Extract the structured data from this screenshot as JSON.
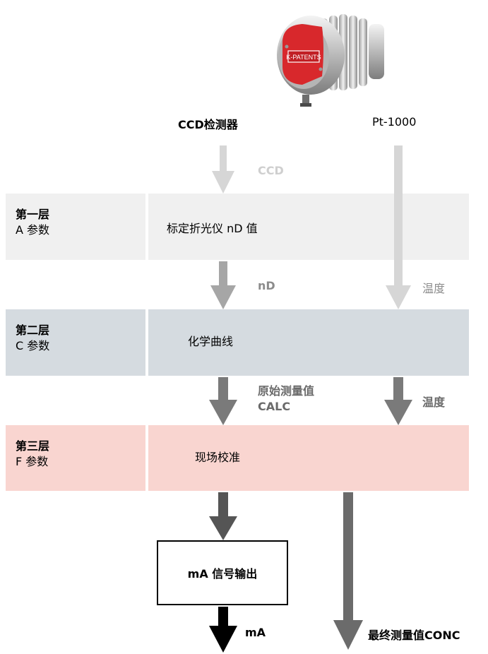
{
  "top": {
    "sensor_label": "CCD检测器",
    "pt_label": "Pt-1000",
    "sensor_brand": "K-PATENTS"
  },
  "arrows": {
    "ccd": "CCD",
    "nd": "nD",
    "temp1": "温度",
    "raw_line1": "原始测量值",
    "raw_line2": "CALC",
    "temp2": "温度",
    "ma": "mA",
    "conc": "最终测量值CONC"
  },
  "layers": [
    {
      "title": "第一层",
      "param": "A 参数",
      "text": "标定折光仪 nD 值"
    },
    {
      "title": "第二层",
      "param": "C 参数",
      "text": "化学曲线"
    },
    {
      "title": "第三层",
      "param": "F 参数",
      "text": "现场校准"
    }
  ],
  "output_box": "mA 信号输出",
  "colors": {
    "arrow_light": "#d6d6d6",
    "arrow_mid": "#a6a6a6",
    "arrow_dark": "#7a7a7a",
    "arrow_darker": "#555555",
    "arrow_black": "#000000",
    "band1": "#f0f0f0",
    "band2": "#d5dbe0",
    "band3": "#f9d5d0"
  }
}
